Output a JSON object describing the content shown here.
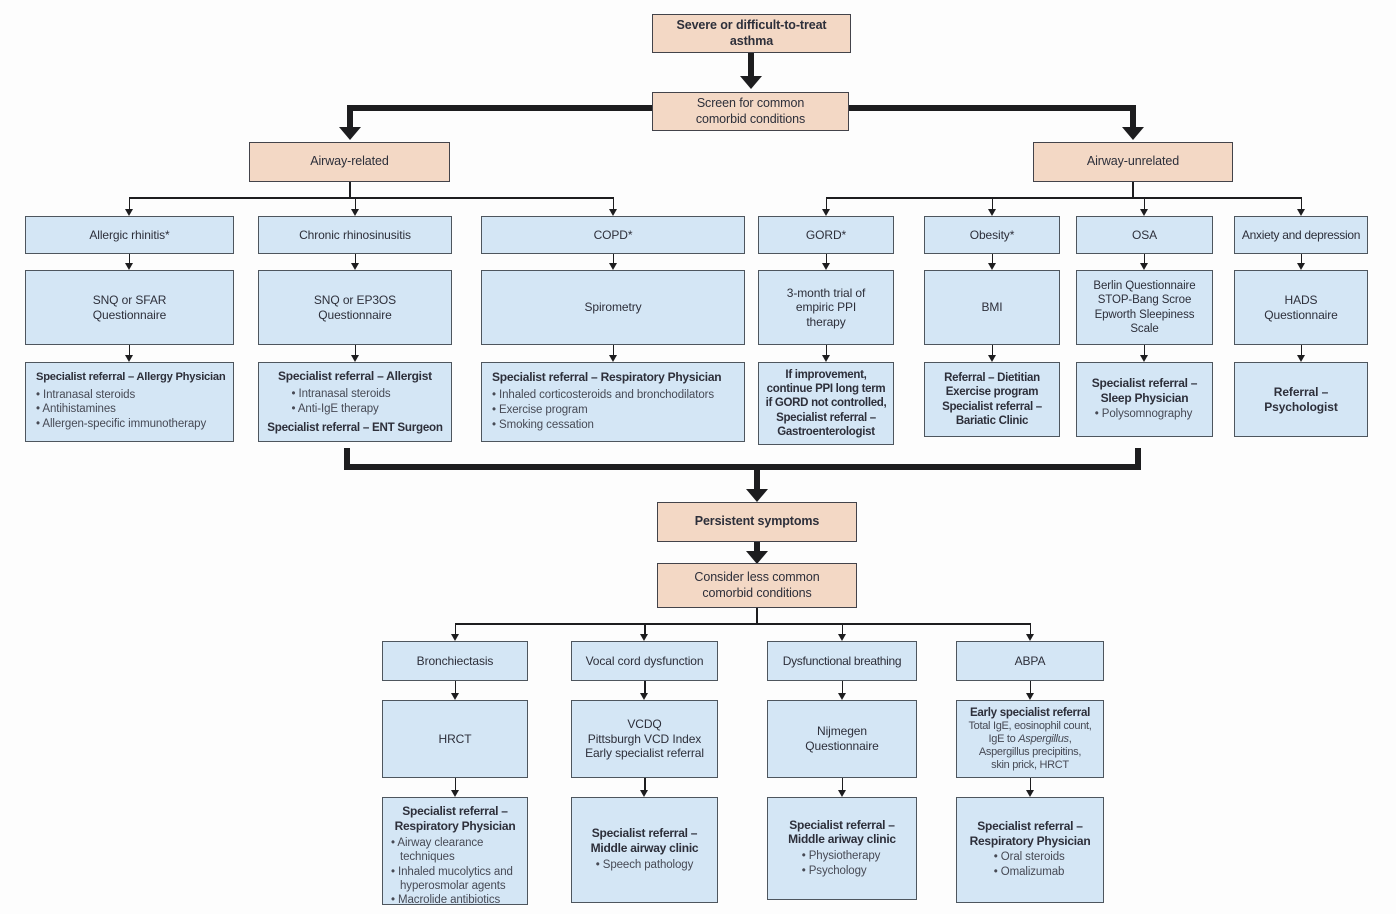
{
  "palette": {
    "salmon": "#f3d8c5",
    "salmon_border": "#43434a",
    "blue": "#d4e6f5",
    "blue_border": "#4e565e",
    "ink": "#2d2f3a",
    "muted": "#474a55",
    "line": "#1d1d1f"
  },
  "flow": {
    "severe": "Severe or difficult-to-treat asthma",
    "screen": "Screen for common\ncomorbid conditions",
    "airway_related": "Airway-related",
    "airway_unrelated": "Airway-unrelated",
    "persistent": "Persistent symptoms",
    "consider": "Consider less common\ncomorbid conditions"
  },
  "top_columns": [
    {
      "condition": "Allergic rhinitis*",
      "test": "SNQ or SFAR\nQuestionnaire",
      "referral_title": "Specialist referral – Allergy Physician",
      "bullets": [
        "Intranasal steroids",
        "Antihistamines",
        "Allergen-specific immunotherapy"
      ]
    },
    {
      "condition": "Chronic rhinosinusitis",
      "test": "SNQ or EP3OS\nQuestionnaire",
      "referral_title": "Specialist referral – Allergist",
      "bullets": [
        "Intranasal steroids",
        "Anti-IgE therapy"
      ],
      "referral_footer": "Specialist referral – ENT Surgeon"
    },
    {
      "condition": "COPD*",
      "test": "Spirometry",
      "referral_title": "Specialist referral – Respiratory Physician",
      "bullets": [
        "Inhaled corticosteroids and bronchodilators",
        "Exercise program",
        "Smoking cessation"
      ]
    },
    {
      "condition": "GORD*",
      "test": "3-month trial of\nempiric PPI\ntherapy",
      "referral_text": "If improvement,\ncontinue PPI long term\nif GORD not controlled,\nSpecialist referral –\nGastroenterologist"
    },
    {
      "condition": "Obesity*",
      "test": "BMI",
      "referral_text": "Referral – Dietitian\nExercise program\nSpecialist referral –\nBariatic Clinic"
    },
    {
      "condition": "OSA",
      "test": "Berlin Questionnaire\nSTOP-Bang Scroe\nEpworth Sleepiness\nScale",
      "referral_title": "Specialist referral –\nSleep Physician",
      "bullets": [
        "Polysomnography"
      ]
    },
    {
      "condition": "Anxiety and depression",
      "test": "HADS\nQuestionnaire",
      "referral_text": "Referral –\nPsychologist"
    }
  ],
  "bottom_columns": [
    {
      "condition": "Bronchiectasis",
      "test": "HRCT",
      "referral_title": "Specialist referral –\nRespiratory Physician",
      "bullets": [
        "Airway clearance techniques",
        "Inhaled mucolytics and hyperosmolar agents",
        "Macrolide antibiotics"
      ]
    },
    {
      "condition": "Vocal cord dysfunction",
      "test": "VCDQ\nPittsburgh VCD Index\nEarly specialist referral",
      "referral_title": "Specialist referral –\nMiddle airway clinic",
      "bullets": [
        "Speech pathology"
      ]
    },
    {
      "condition": "Dysfunctional breathing",
      "test": "Nijmegen\nQuestionnaire",
      "referral_title": "Specialist referral –\nMiddle ariway clinic",
      "bullets": [
        "Physiotherapy",
        "Psychology"
      ]
    },
    {
      "condition": "ABPA",
      "test_title": "Early specialist referral",
      "test_line1": "Total IgE, eosinophil count,",
      "test_line2_pre": "IgE to ",
      "test_line2_italic": "Aspergillus",
      "test_line2_post": ",",
      "test_line3": "Aspergillus precipitins,",
      "test_line4": "skin prick, HRCT",
      "referral_title": "Specialist referral –\nRespiratory Physician",
      "bullets": [
        "Oral steroids",
        "Omalizumab"
      ]
    }
  ]
}
